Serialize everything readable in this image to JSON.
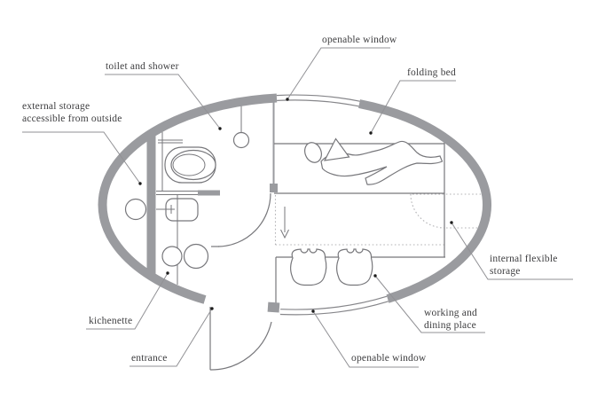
{
  "diagram": {
    "type": "floor-plan",
    "labels": {
      "toilet_shower": "toilet and shower",
      "external_storage_l1": "external storage",
      "external_storage_l2": "accessible from outside",
      "openable_window_top": "openable window",
      "folding_bed": "folding bed",
      "internal_storage_l1": "internal flexible",
      "internal_storage_l2": "storage",
      "working_dining_l1": "working and",
      "working_dining_l2": "dining place",
      "openable_window_bottom": "openable window",
      "kitchenette": "kichenette",
      "entrance": "entrance"
    },
    "colors": {
      "wall": "#9a9b9f",
      "line": "#77777b",
      "leader": "#919195",
      "text": "#3e3e40",
      "dotted": "#b3b3b6"
    }
  }
}
